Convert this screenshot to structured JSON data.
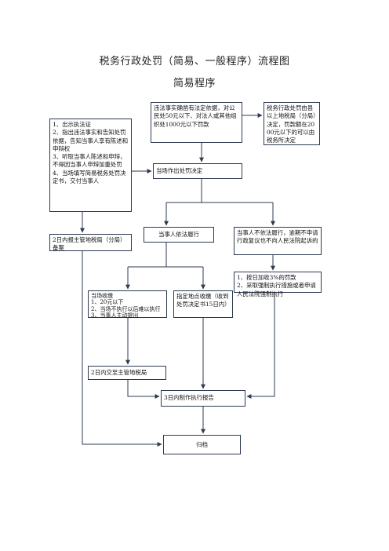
{
  "title": "税务行政处罚（简易、一般程序）流程图",
  "subtitle": "简易程序",
  "boxes": {
    "condition": "违法事实确凿有法定依据，对公民处50元以下、对法人或其他组织处1000元以下罚款",
    "authority": "税务行政处罚由县以上地税局（分局）决定，罚款额在2000元以下的可以由税务所决定",
    "steps": "1、出示执法证\n2、指出违法事实和告知处罚依据，告知当事人享有陈述和申辩权\n3、听取当事人陈述和申辩，不得因当事人申辩加重处罚\n4、当场填写简易税务处罚决定书，交付当事人",
    "onsite_decision": "当场作出处罚决定",
    "report": "2日内报主管地税局（分局）备案",
    "comply": "当事人依法履行",
    "not_comply": "当事人不依法履行，逾期不申请行政复议也不向人民法院起诉的",
    "enforce": "1、按日加收3%的罚款\n2、采取强制执行措施或者申请人民法院强制执行",
    "onsite_collect": "当场收缴\n1、20元以下\n2、当场不执行以后难以执行\n3、当事人主动提出",
    "designated_collect": "指定地点收缴（收到处罚决定书15日内）",
    "handover": "2日内交至主管地税局",
    "exec_report": "3日内制作执行报告",
    "archive": "归档"
  }
}
